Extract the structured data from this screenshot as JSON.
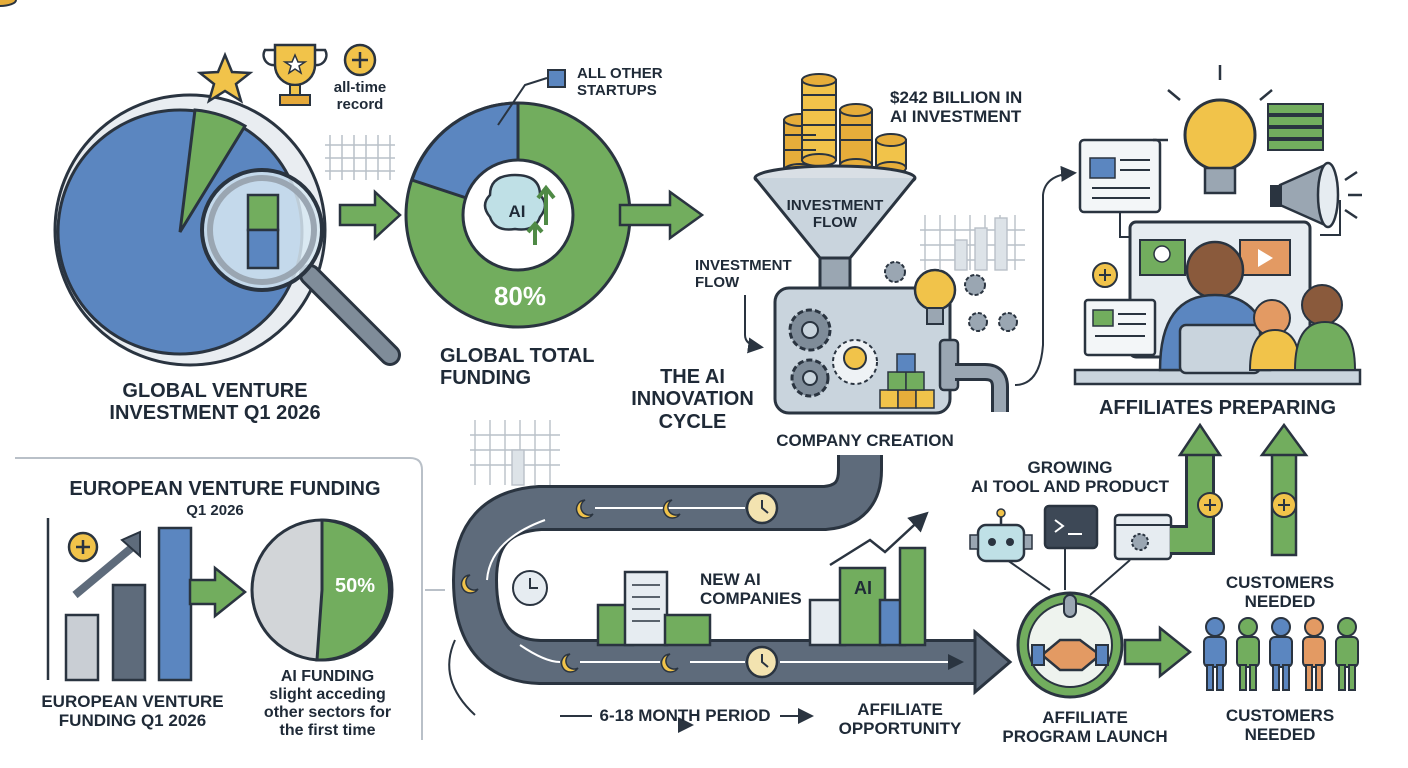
{
  "labels": {
    "global_venture_title": "GLOBAL VENTURE\nINVESTMENT Q1 2026",
    "all_time_record": "all-time\nrecord",
    "all_other_startups": "ALL OTHER\nSTARTUPS",
    "ai_badge": "AI",
    "ai_share_percent": "80%",
    "global_total_funding": "GLOBAL TOTAL\nFUNDING",
    "ai_innovation_cycle": "THE AI\nINNOVATION\nCYCLE",
    "ai_investment_amount": "$242 BILLION IN\nAI INVESTMENT",
    "investment_flow_funnel": "INVESTMENT\nFLOW",
    "investment_flow_side": "INVESTMENT\nFLOW",
    "company_creation": "COMPANY CREATION",
    "affiliates_preparing": "AFFILIATES PREPARING",
    "european_funding_title": "EUROPEAN VENTURE FUNDING",
    "european_funding_subtitle": "Q1 2026",
    "european_ai_percent": "50%",
    "european_funding_caption": "EUROPEAN VENTURE\nFUNDING Q1 2026",
    "ai_funding_note": "AI FUNDING\nslight acceding\nother sectors for\nthe first time",
    "new_ai_companies": "NEW AI\nCOMPANIES",
    "ai_building_sign": "AI",
    "growing_tool": "GROWING\nAI TOOL AND PRODUCT",
    "month_period": "6-18 MONTH PERIOD",
    "affiliate_opportunity": "AFFILIATE\nOPPORTUNITY",
    "affiliate_program_launch": "AFFILIATE\nPROGRAM LAUNCH",
    "customers_needed_top": "CUSTOMERS\nNEEDED",
    "customers_needed_bottom": "CUSTOMERS\nNEEDED"
  },
  "colors": {
    "blue": "#5b86c0",
    "green": "#72ad5e",
    "dark_green": "#4f8a45",
    "gray": "#b9c0c8",
    "yellow": "#f1c34a",
    "orange": "#e39a63",
    "road": "#5e6b7b",
    "outline": "#2a3440"
  },
  "icons": [
    "star-icon",
    "trophy-icon",
    "plus-icon",
    "magnifier-icon",
    "brain-icon",
    "coins-icon",
    "funnel-icon",
    "gears-icon",
    "lightbulb-icon",
    "megaphone-icon",
    "money-stack-icon",
    "clock-icon",
    "moon-icon",
    "robot-icon",
    "terminal-icon",
    "handshake-icon",
    "microphone-icon",
    "people-icon"
  ]
}
